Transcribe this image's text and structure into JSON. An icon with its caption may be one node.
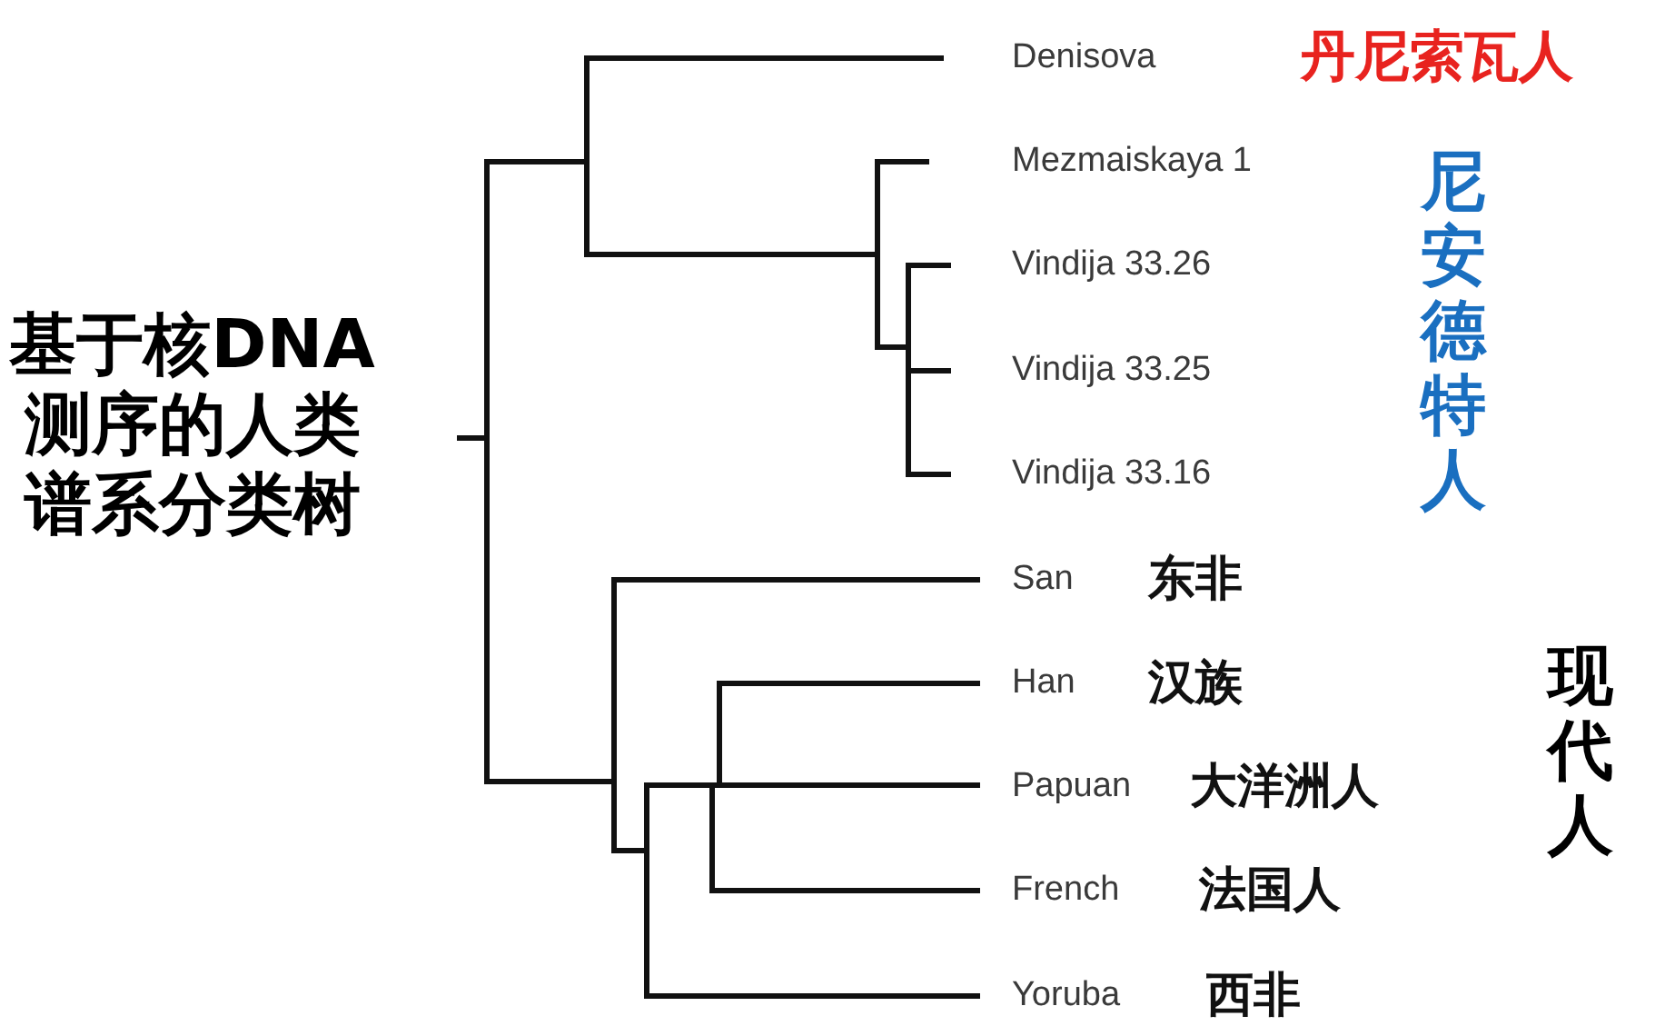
{
  "diagram": {
    "title": "基于核DNA测序的人类谱系分类树",
    "nodes": [
      {
        "text": [
          "Denisova"
        ]
      },
      {
        "text": [
          "Mezmaiskaya 1"
        ]
      },
      {
        "text": [
          "Vindija 33.26"
        ]
      },
      {
        "text": [
          "Vindija 33.25"
        ]
      },
      {
        "text": [
          "Vindija 33.16"
        ]
      },
      {
        "text": [
          "San"
        ],
        "beside": [
          "东非"
        ]
      },
      {
        "text": [
          "Han"
        ],
        "beside": [
          "汉族"
        ]
      },
      {
        "text": [
          "Papuan"
        ],
        "beside": [
          "大洋洲人"
        ]
      },
      {
        "text": [
          "French"
        ],
        "beside": [
          "法国人"
        ]
      },
      {
        "text": [
          "Yoruba"
        ],
        "beside": [
          "西非"
        ]
      }
    ],
    "labels": [
      "丹尼索瓦人",
      "尼安德特人",
      "现代人"
    ]
  }
}
